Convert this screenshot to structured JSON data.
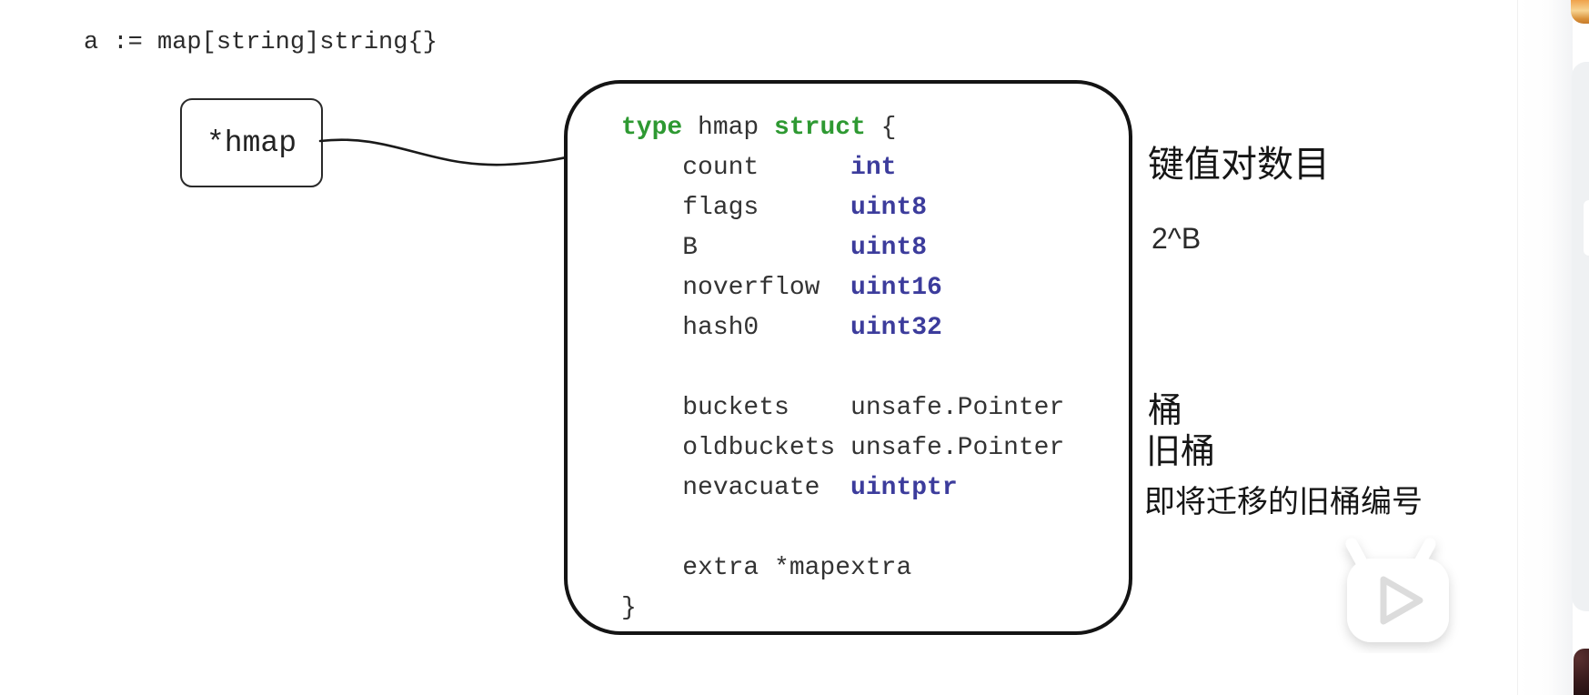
{
  "scene": {
    "title_code": "a := map[string]string{}"
  },
  "pointer_box": {
    "label": "*hmap"
  },
  "struct_code": {
    "lines": [
      {
        "tokens": [
          {
            "t": "type",
            "c": "kw"
          },
          {
            "t": " hmap ",
            "c": "plain"
          },
          {
            "t": "struct",
            "c": "kw"
          },
          {
            "t": " {",
            "c": "plain"
          }
        ]
      },
      {
        "tokens": [
          {
            "t": "    count      ",
            "c": "plain"
          },
          {
            "t": "int",
            "c": "type"
          }
        ]
      },
      {
        "tokens": [
          {
            "t": "    flags      ",
            "c": "plain"
          },
          {
            "t": "uint8",
            "c": "type"
          }
        ]
      },
      {
        "tokens": [
          {
            "t": "    B          ",
            "c": "plain"
          },
          {
            "t": "uint8",
            "c": "type"
          }
        ]
      },
      {
        "tokens": [
          {
            "t": "    noverflow  ",
            "c": "plain"
          },
          {
            "t": "uint16",
            "c": "type"
          }
        ]
      },
      {
        "tokens": [
          {
            "t": "    hash0      ",
            "c": "plain"
          },
          {
            "t": "uint32",
            "c": "type"
          }
        ]
      },
      {
        "tokens": []
      },
      {
        "tokens": [
          {
            "t": "    buckets    unsafe.Pointer",
            "c": "plain"
          }
        ]
      },
      {
        "tokens": [
          {
            "t": "    oldbuckets unsafe.Pointer",
            "c": "plain"
          }
        ]
      },
      {
        "tokens": [
          {
            "t": "    nevacuate  ",
            "c": "plain"
          },
          {
            "t": "uintptr",
            "c": "type"
          }
        ]
      },
      {
        "tokens": []
      },
      {
        "tokens": [
          {
            "t": "    extra *mapextra",
            "c": "plain"
          }
        ]
      },
      {
        "tokens": [
          {
            "t": "}",
            "c": "plain"
          }
        ]
      }
    ]
  },
  "annotations": {
    "items": [
      {
        "text": "键值对数目"
      },
      {
        "text": "2^B"
      },
      {
        "text": "桶"
      },
      {
        "text": "旧桶"
      },
      {
        "text": "即将迁移的旧桶编号"
      }
    ]
  },
  "watermark": {
    "icon": "bilibili-tv-play-logo"
  },
  "colors": {
    "keyword_green": "#2e9932",
    "type_blue": "#3c3c9c",
    "code_dark": "#333333",
    "sidebar_orange": "#efa14b",
    "card_gray": "#eff1f3",
    "thumbnail_dark": "#2c1517"
  }
}
